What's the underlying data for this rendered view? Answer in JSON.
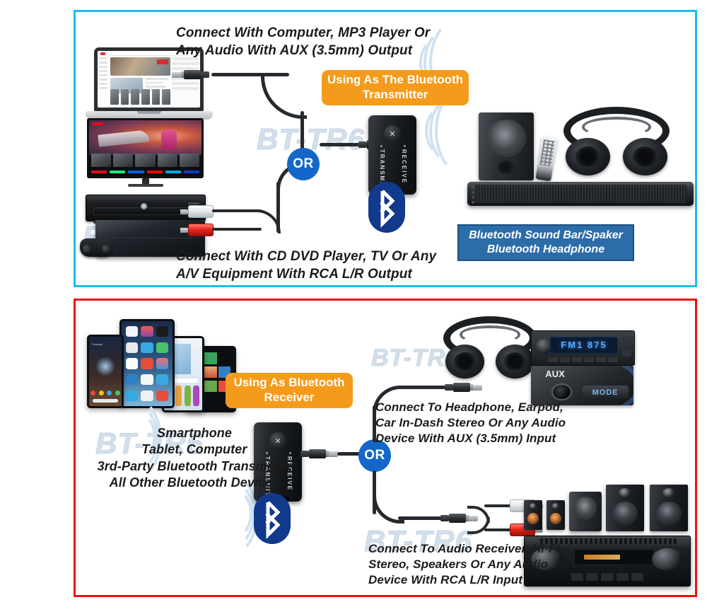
{
  "product": {
    "watermark": "BT-TR6",
    "device_labels": {
      "transmit": "TRANSMIT",
      "receive": "RECEIVE"
    }
  },
  "panels": [
    {
      "id": "transmitter",
      "border_color": "#19BEEE",
      "mode_tag": "Using As The Bluetooth\nTransmitter",
      "mode_tag_color": "#F59B1B",
      "or_label": "OR",
      "source_top": "Connect With Computer, MP3 Player Or\nAny Audio With AUX (3.5mm) Output",
      "source_bottom": "Connect With CD DVD Player, TV Or Any\nA/V Equipment With RCA L/R Output",
      "target_tag": "Bluetooth Sound Bar/Spaker\nBluetooth Headphone",
      "target_tag_color": "#2C6CA8"
    },
    {
      "id": "receiver",
      "border_color": "#F30C0C",
      "mode_tag": "Using As Bluetooth\nReceiver",
      "mode_tag_color": "#F59B1B",
      "or_label": "OR",
      "source_caption": "Smartphone\nTablet, Computer\n3rd-Party Bluetooth Transmitter\nAll Other Bluetooth Devices",
      "target_top": "Connect To Headphone, Earpod,\nCar In-Dash Stereo Or Any Audio\nDevice With AUX (3.5mm) Input",
      "target_bottom": "Connect To Audio Receiver, Hi-Fi\nStereo, Speakers Or Any Audio\nDevice With RCA L/R Input"
    }
  ],
  "device_art": {
    "car_stereo_display": "FM1 875",
    "car_aux_label": "AUX",
    "car_mode_label": "MODE"
  },
  "colors": {
    "orange": "#F59B1B",
    "blue_tag": "#2C6CA8",
    "or_blue": "#1467C8",
    "bluetooth_blue": "#11398C",
    "cyan_border": "#19BEEE",
    "red_border": "#F30C0C",
    "watermark": "#C3D3E3",
    "rca_white": "#FFFFFF",
    "rca_red": "#E8281C"
  }
}
